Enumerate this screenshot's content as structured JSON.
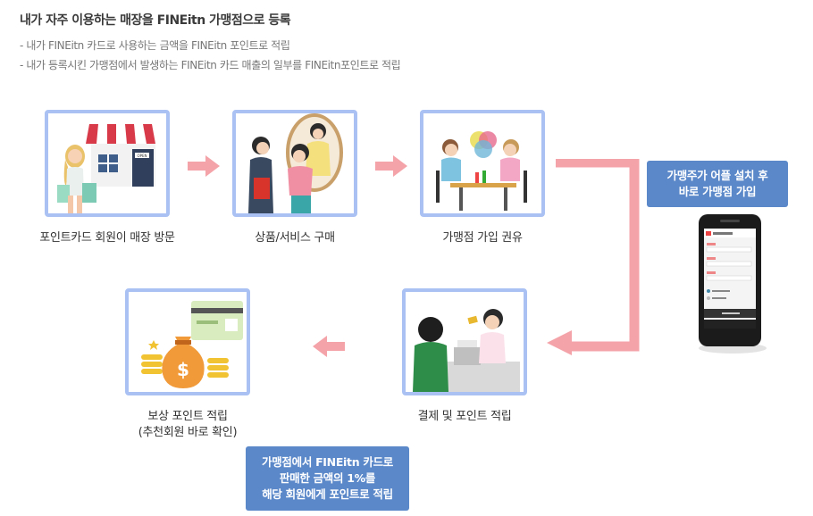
{
  "header": {
    "title": "내가 자주 이용하는 매장을 FINEitn 가맹점으로 등록",
    "bullets": [
      "- 내가 FINEitn 카드로 사용하는 금액을 FINEitn 포인트로 적립",
      "- 내가 등록시킨 가맹점에서 발생하는 FINEitn 카드 매출의 일부를 FINEitn포인트로 적립"
    ]
  },
  "steps": [
    {
      "label": "포인트카드 회원이 매장 방문"
    },
    {
      "label": "상품/서비스 구매"
    },
    {
      "label": "가맹점 가입 권유"
    },
    {
      "label": "결제 및 포인트 적립"
    },
    {
      "label_line1": "보상 포인트 적립",
      "label_line2": "(추천회원 바로 확인)"
    }
  ],
  "notes": {
    "owner_line1": "가맹주가 어플 설치 후",
    "owner_line2": "바로 가맹점 가입",
    "reward_line1": "가맹점에서 FINEitn 카드로",
    "reward_line2": "판매한 금액의 1%를",
    "reward_line3": "해당 회원에게 포인트로 적립"
  },
  "store_sign": "OPEN",
  "icons": {
    "step1": "shopper-at-store-icon",
    "step2": "shopping-mirror-icon",
    "step3": "meeting-table-icon",
    "step4": "checkout-register-icon",
    "step5": "money-bag-coins-icon",
    "phone": "smartphone-app-icon",
    "arrow": "right-arrow-icon"
  },
  "colors": {
    "card_border": "#a9c2f3",
    "arrow": "#f4a3a8",
    "note_bg": "#5b88c9"
  }
}
